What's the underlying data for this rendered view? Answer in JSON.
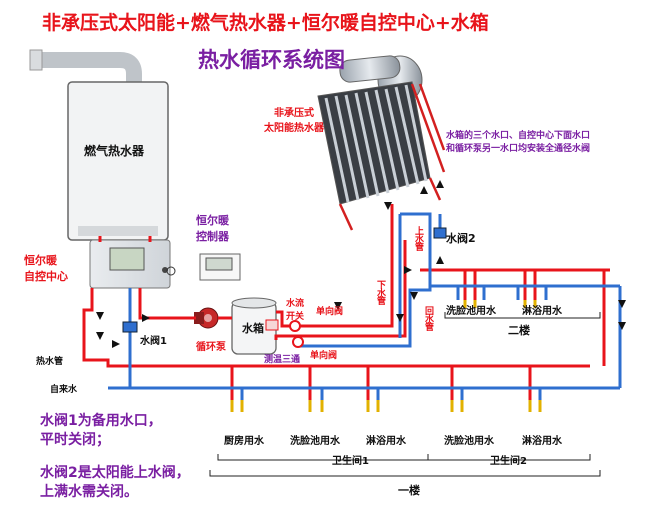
{
  "main_title": "非承压式太阳能+燃气热水器+恒尔暖自控中心+水箱",
  "sub_title": "热水循环系统图",
  "labels": {
    "gas_heater": "燃气热水器",
    "solar": [
      "非承压式",
      "太阳能热水器"
    ],
    "controller": [
      "恒尔暖",
      "控制器"
    ],
    "control_center": [
      "恒尔暖",
      "自控中心"
    ],
    "tank": "水箱",
    "pump": "循环泵",
    "valve1": "水阀1",
    "valve2": "水阀2",
    "flow_switch": [
      "水流",
      "开关"
    ],
    "check_valve_top": "单向阀",
    "check_valve_bottom": "单向阀",
    "temp_mix": "测温三通",
    "hot_pipe": "热水管",
    "cold_pipe": "自来水",
    "up_pipe": "上水管",
    "down_pipe": "下水管",
    "return_pipe": "回水管",
    "note_tank": [
      "水箱的三个水口、自控中心下面水口",
      "和循环泵另一水口均安装全通径水阀"
    ],
    "floor2": "二楼",
    "floor1": "一楼",
    "bath1": "卫生间1",
    "bath2": "卫生间2",
    "f2_washbasin": "洗脸池用水",
    "f2_shower": "淋浴用水",
    "f1_kitchen": "厨房用水",
    "f1_washbasin_1": "洗脸池用水",
    "f1_shower_1": "淋浴用水",
    "f1_washbasin_2": "洗脸池用水",
    "f1_shower_2": "淋浴用水",
    "note_bottom_1": [
      "水阀1为备用水口，",
      "平时关闭；"
    ],
    "note_bottom_2": [
      "水阀2是太阳能上水阀，",
      "上满水需关闭。"
    ]
  },
  "colors": {
    "hot": "#e8141b",
    "cold": "#2f6fcf",
    "title": "#e8141b",
    "subtitle": "#7a1fa2",
    "note": "#7a1fa2"
  },
  "icons": [
    "flame-heater",
    "solar-panel",
    "controller-box",
    "pump",
    "valve",
    "arrow"
  ]
}
